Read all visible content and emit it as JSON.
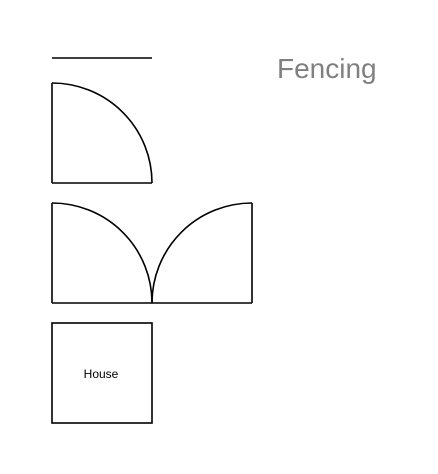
{
  "title": "Fencing",
  "symbols": [
    {
      "id": "fence-line",
      "kind": "fence"
    },
    {
      "id": "single-gate",
      "kind": "single-swing-gate"
    },
    {
      "id": "double-gate",
      "kind": "double-swing-gate"
    },
    {
      "id": "house",
      "kind": "house",
      "label": "House"
    }
  ],
  "colors": {
    "title": "#808080",
    "stroke": "#000000",
    "background": "#ffffff"
  }
}
